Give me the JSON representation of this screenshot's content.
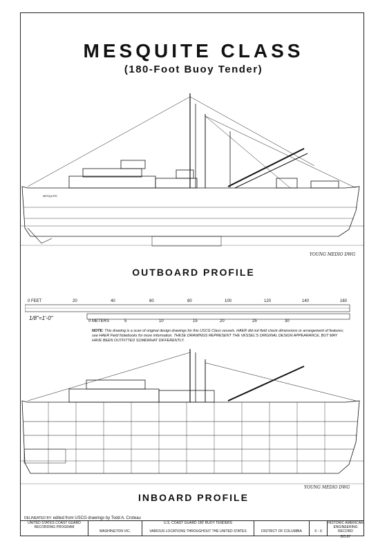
{
  "title": "MESQUITE CLASS",
  "subtitle": "(180-Foot Buoy Tender)",
  "hull_marking": "MESQUITE",
  "outboard_label": "OUTBOARD PROFILE",
  "inboard_label": "INBOARD PROFILE",
  "signature_top": "YOUNG MEDIO DWG",
  "signature_bottom": "YOUNG MEDIO DWG",
  "scale": {
    "feet_label": "FEET",
    "feet_ticks": [
      "0",
      "20",
      "40",
      "60",
      "80",
      "100",
      "120",
      "140",
      "160"
    ],
    "meters_label": "METERS",
    "meters_ticks": [
      "0",
      "5",
      "10",
      "15",
      "20",
      "25",
      "30"
    ],
    "ratio": "1/8\"=1'-0\""
  },
  "note": {
    "lead": "NOTE:",
    "body": "This drawing is a scan of original design drawings for this USCG Class vessels.  HAER did not field check dimensions or arrangement of features; see HAER Field Notebooks for more information.  THESE DRAWINGS REPRESENT THE VESSEL'S ORIGINAL DESIGN APPEARANCE, BUT MAY HAVE BEEN OUTFITTED SOMEWHAT DIFFERENTLY."
  },
  "credit": {
    "prefix": "DELINEATED BY:",
    "text": "edited from USCG drawings by Todd A. Croteau"
  },
  "title_block": {
    "agency_line1": "UNITED STATES COAST GUARD",
    "agency_line2": "RECORDING PROGRAM",
    "location_city": "WASHINGTON VIC.",
    "project_title": "U.S. COAST GUARD 180' BUOY TENDERS",
    "project_location": "VARIOUS LOCATIONS THROUGHOUT THE UNITED STATES",
    "district": "DISTRICT OF COLUMBIA",
    "sheet_ref": "X - X",
    "record_line1": "HISTORIC AMERICAN",
    "record_line2": "ENGINEERING RECORD",
    "record_no": "DC-57"
  }
}
